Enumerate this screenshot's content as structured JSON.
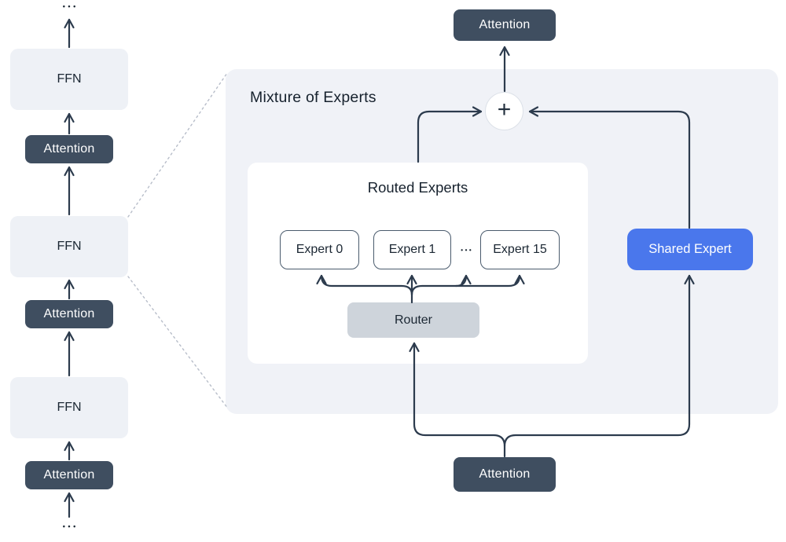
{
  "left_stack": {
    "dots_top": "•••",
    "ffn_top": "FFN",
    "attention_top": "Attention",
    "ffn_middle": "FFN",
    "attention_middle": "Attention",
    "ffn_bottom": "FFN",
    "attention_bottom": "Attention",
    "dots_bottom": "•••"
  },
  "moe": {
    "panel_title": "Mixture of Experts",
    "routed_card_title": "Routed Experts",
    "expert_0": "Expert 0",
    "expert_1": "Expert 1",
    "expert_dots": "•••",
    "expert_15": "Expert 15",
    "router": "Router",
    "shared_expert": "Shared Expert",
    "sum_symbol": "+"
  },
  "attention_top": "Attention",
  "attention_bottom": "Attention",
  "colors": {
    "dark_box": "#3f4e60",
    "arrow": "#2c3b4d",
    "panel_fill": "#f0f2f7",
    "light_box_fill": "#eef1f6",
    "router_fill": "#ced4db",
    "shared_expert_blue": "#4a77ec",
    "expert_border": "#4a5b6d",
    "dotted_connector": "#b7bdc9"
  }
}
